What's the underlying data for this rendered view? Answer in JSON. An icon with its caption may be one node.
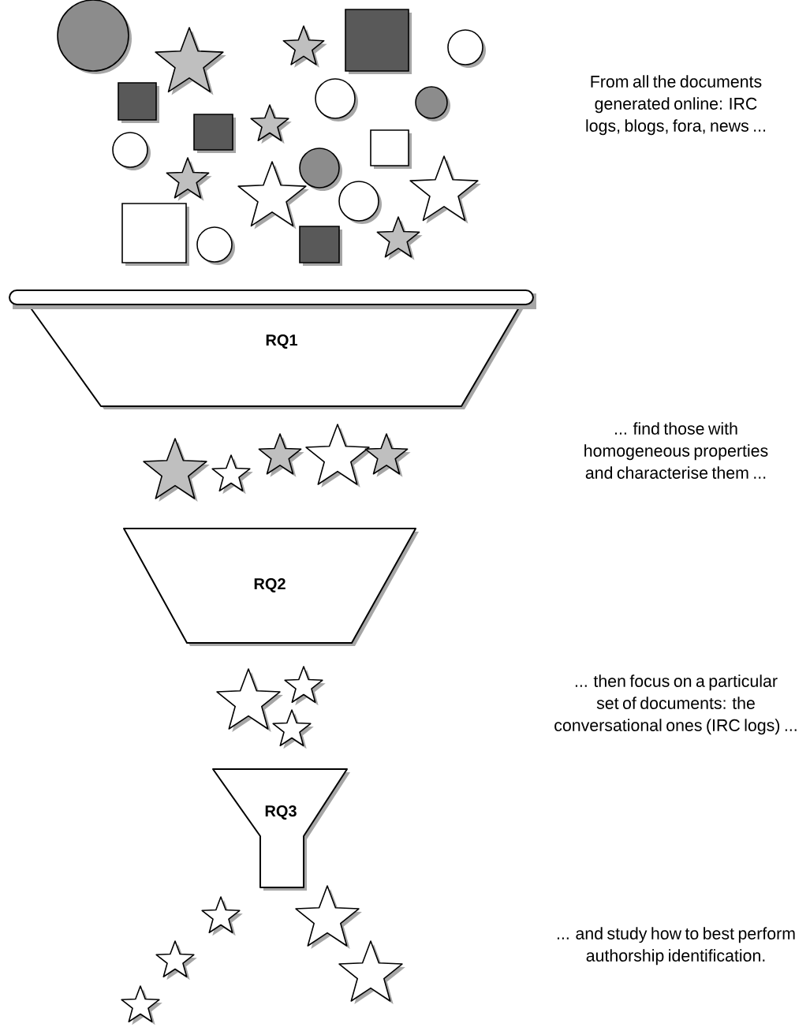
{
  "diagram": {
    "nodes": [
      {
        "text": [
          "RQ1"
        ]
      },
      {
        "text": [
          "RQ2"
        ]
      },
      {
        "text": [
          "RQ3"
        ]
      }
    ],
    "labels": [
      "From all the documents generated online: IRC logs, blogs, fora, news ...",
      "... find those with homogeneous properties and characterise them ...",
      "... then focus on a particular set of documents: the conversational ones (IRC logs) ...",
      "... and study how to best perform authorship identification."
    ]
  }
}
